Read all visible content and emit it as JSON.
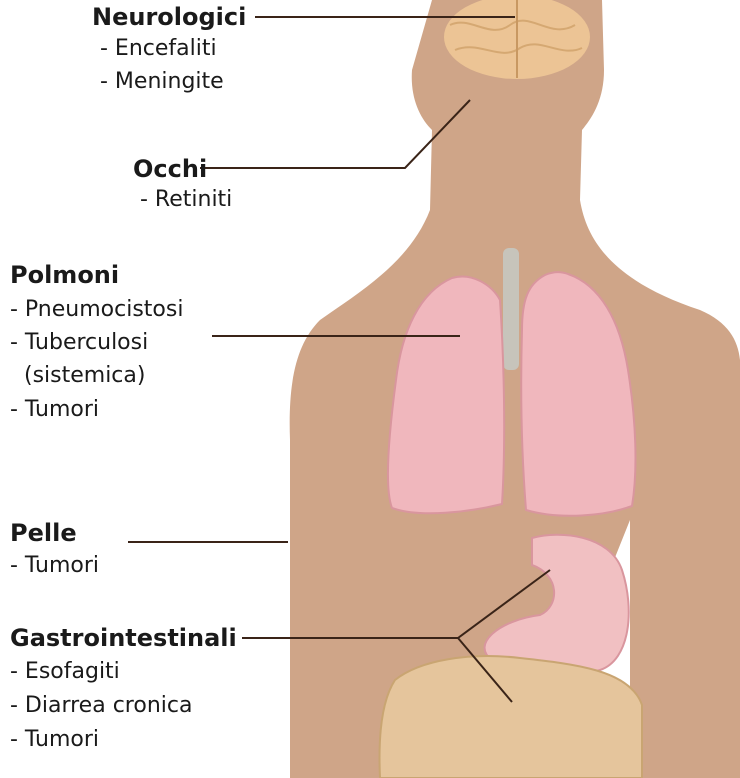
{
  "groups": {
    "neuro": {
      "title": "Neurologici",
      "items": [
        "- Encefaliti",
        "- Meningite"
      ]
    },
    "eyes": {
      "title": "Occhi",
      "items": [
        "- Retiniti"
      ]
    },
    "lungs": {
      "title": "Polmoni",
      "items": [
        "- Pneumocistosi",
        "- Tuberculosi",
        "  (sistemica)",
        "- Tumori"
      ]
    },
    "skin": {
      "title": "Pelle",
      "items": [
        "- Tumori"
      ]
    },
    "gastro": {
      "title": "Gastrointestinali",
      "items": [
        "- Esofagiti",
        "- Diarrea cronica",
        "- Tumori"
      ]
    }
  },
  "colors": {
    "skin": "#cfa588",
    "brain": "#ecc495",
    "lung": "#f0b7bd",
    "stomach": "#f1c0c2",
    "intestine": "#e5c59c",
    "trachea": "#c7c4bb",
    "leader_line": "#3a2418"
  }
}
